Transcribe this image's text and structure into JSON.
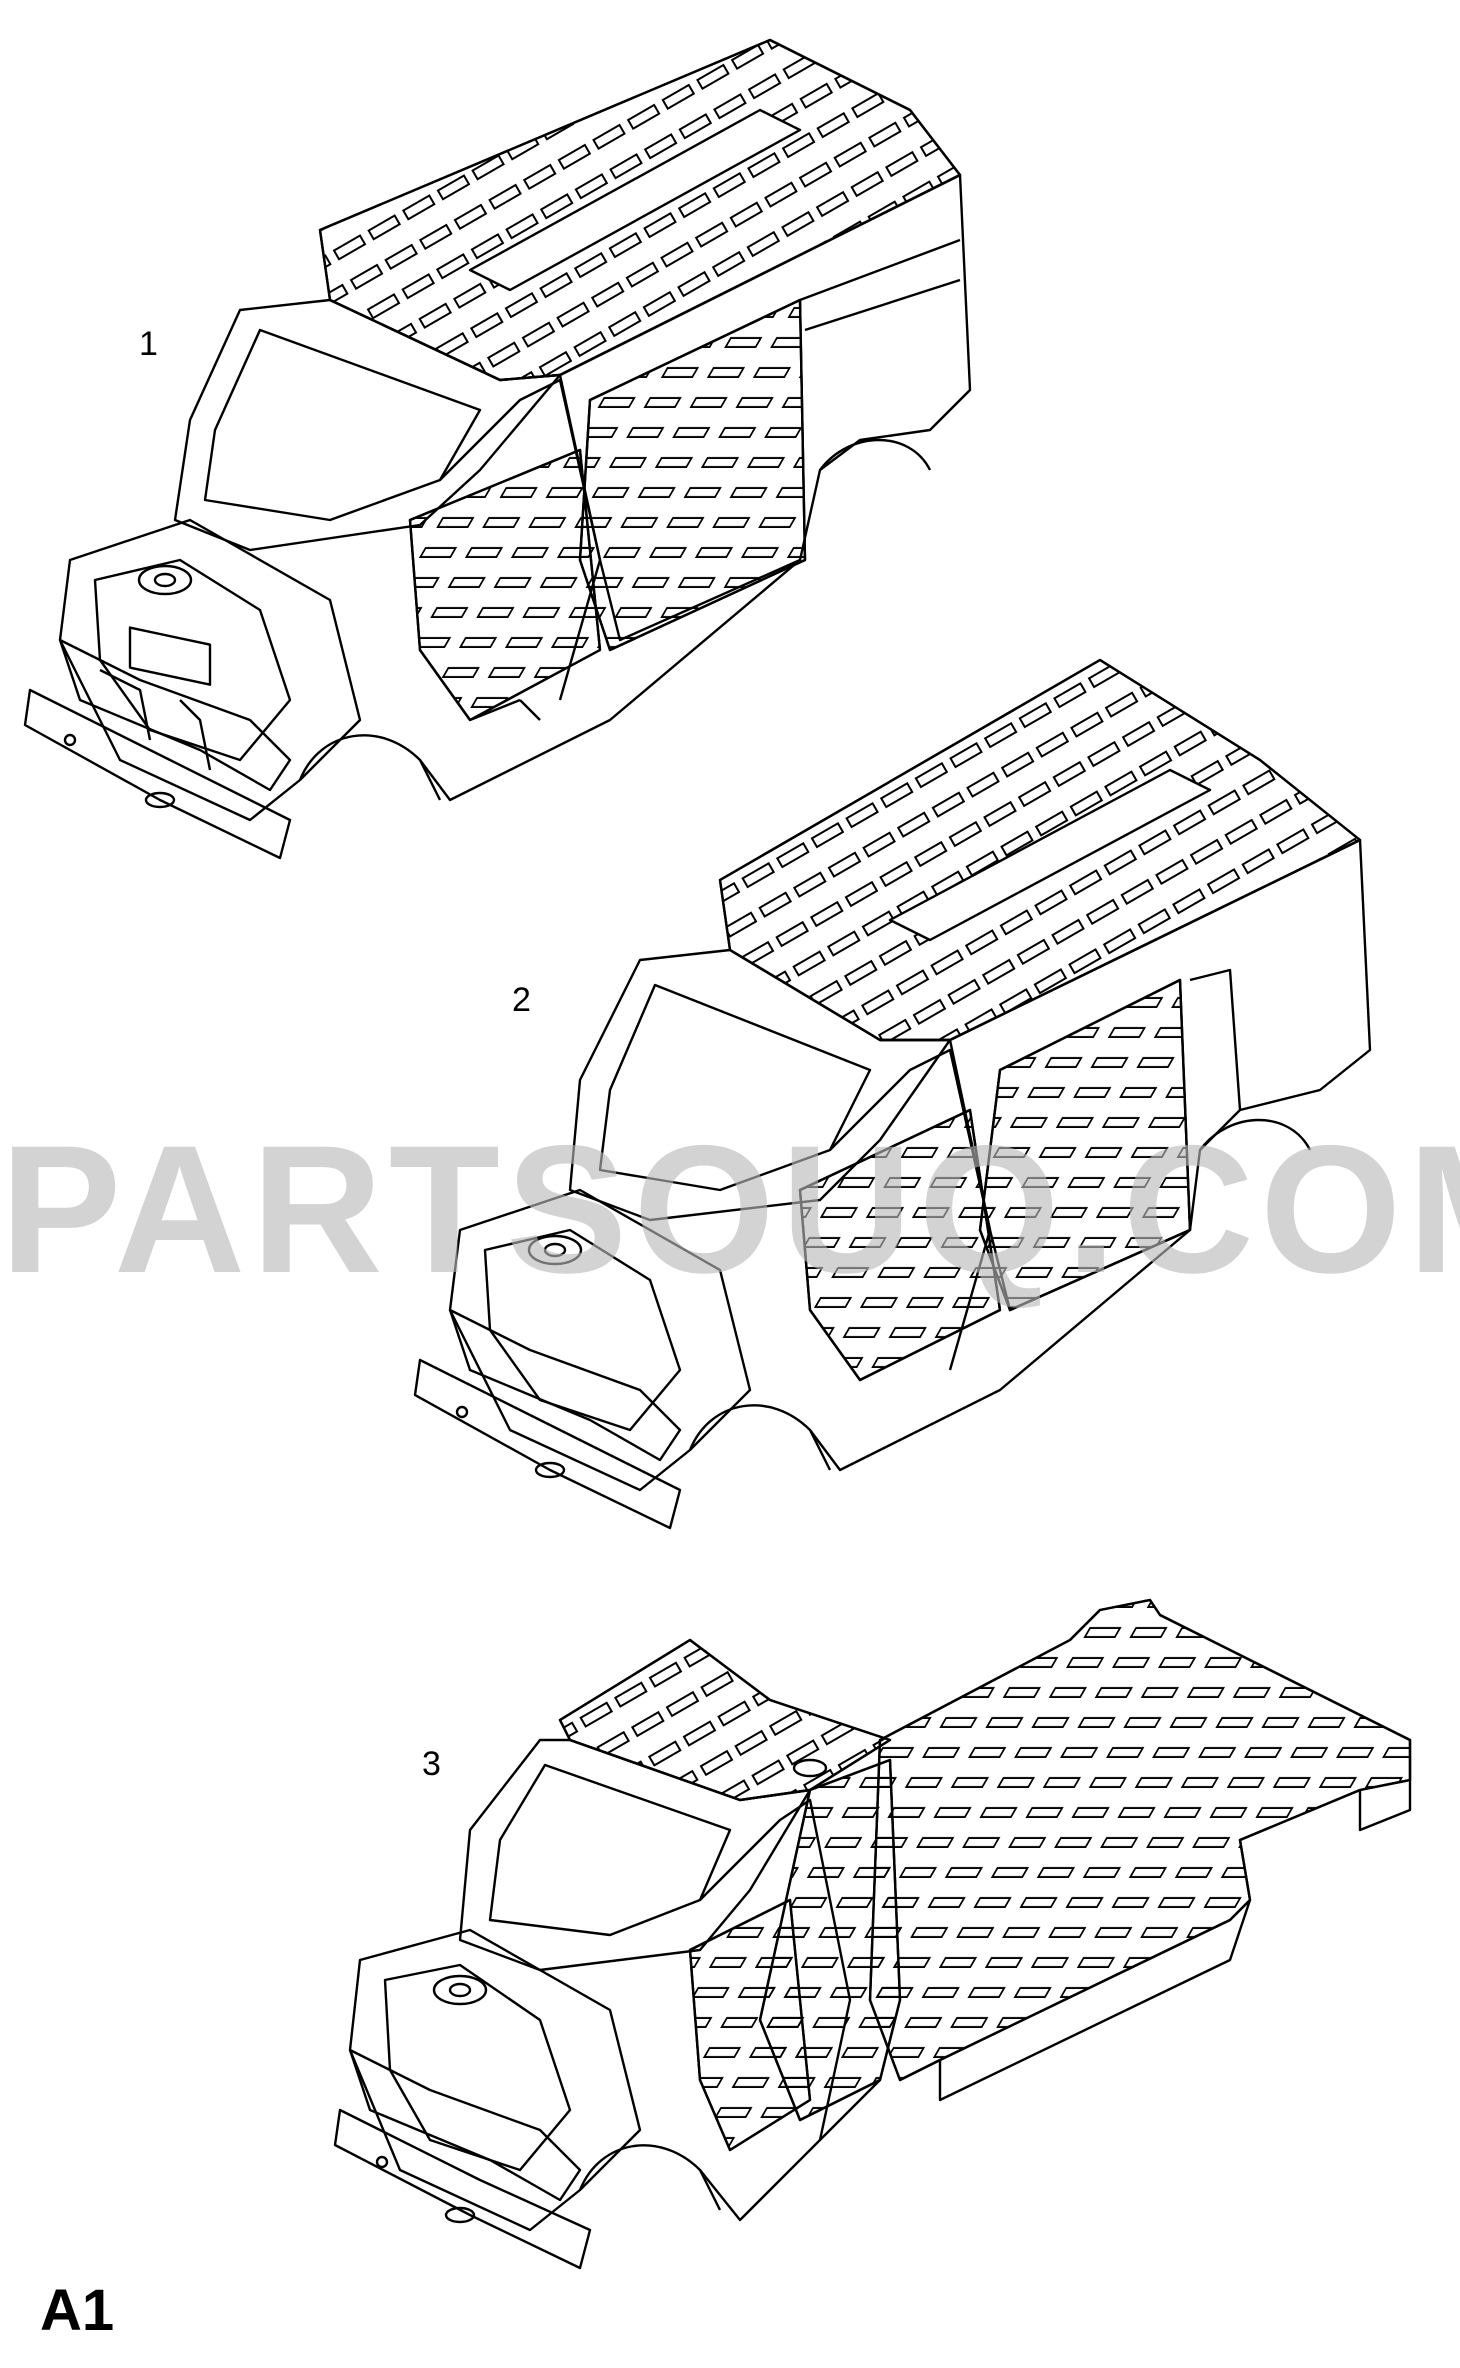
{
  "diagram": {
    "callouts": [
      {
        "id": "1",
        "label": "1"
      },
      {
        "id": "2",
        "label": "2"
      },
      {
        "id": "3",
        "label": "3"
      }
    ],
    "sheet_label": "A1",
    "watermark": "PARTSOUQ.COM"
  },
  "colors": {
    "line": "#000000",
    "background": "#ffffff",
    "watermark": "#b9b9b9"
  }
}
